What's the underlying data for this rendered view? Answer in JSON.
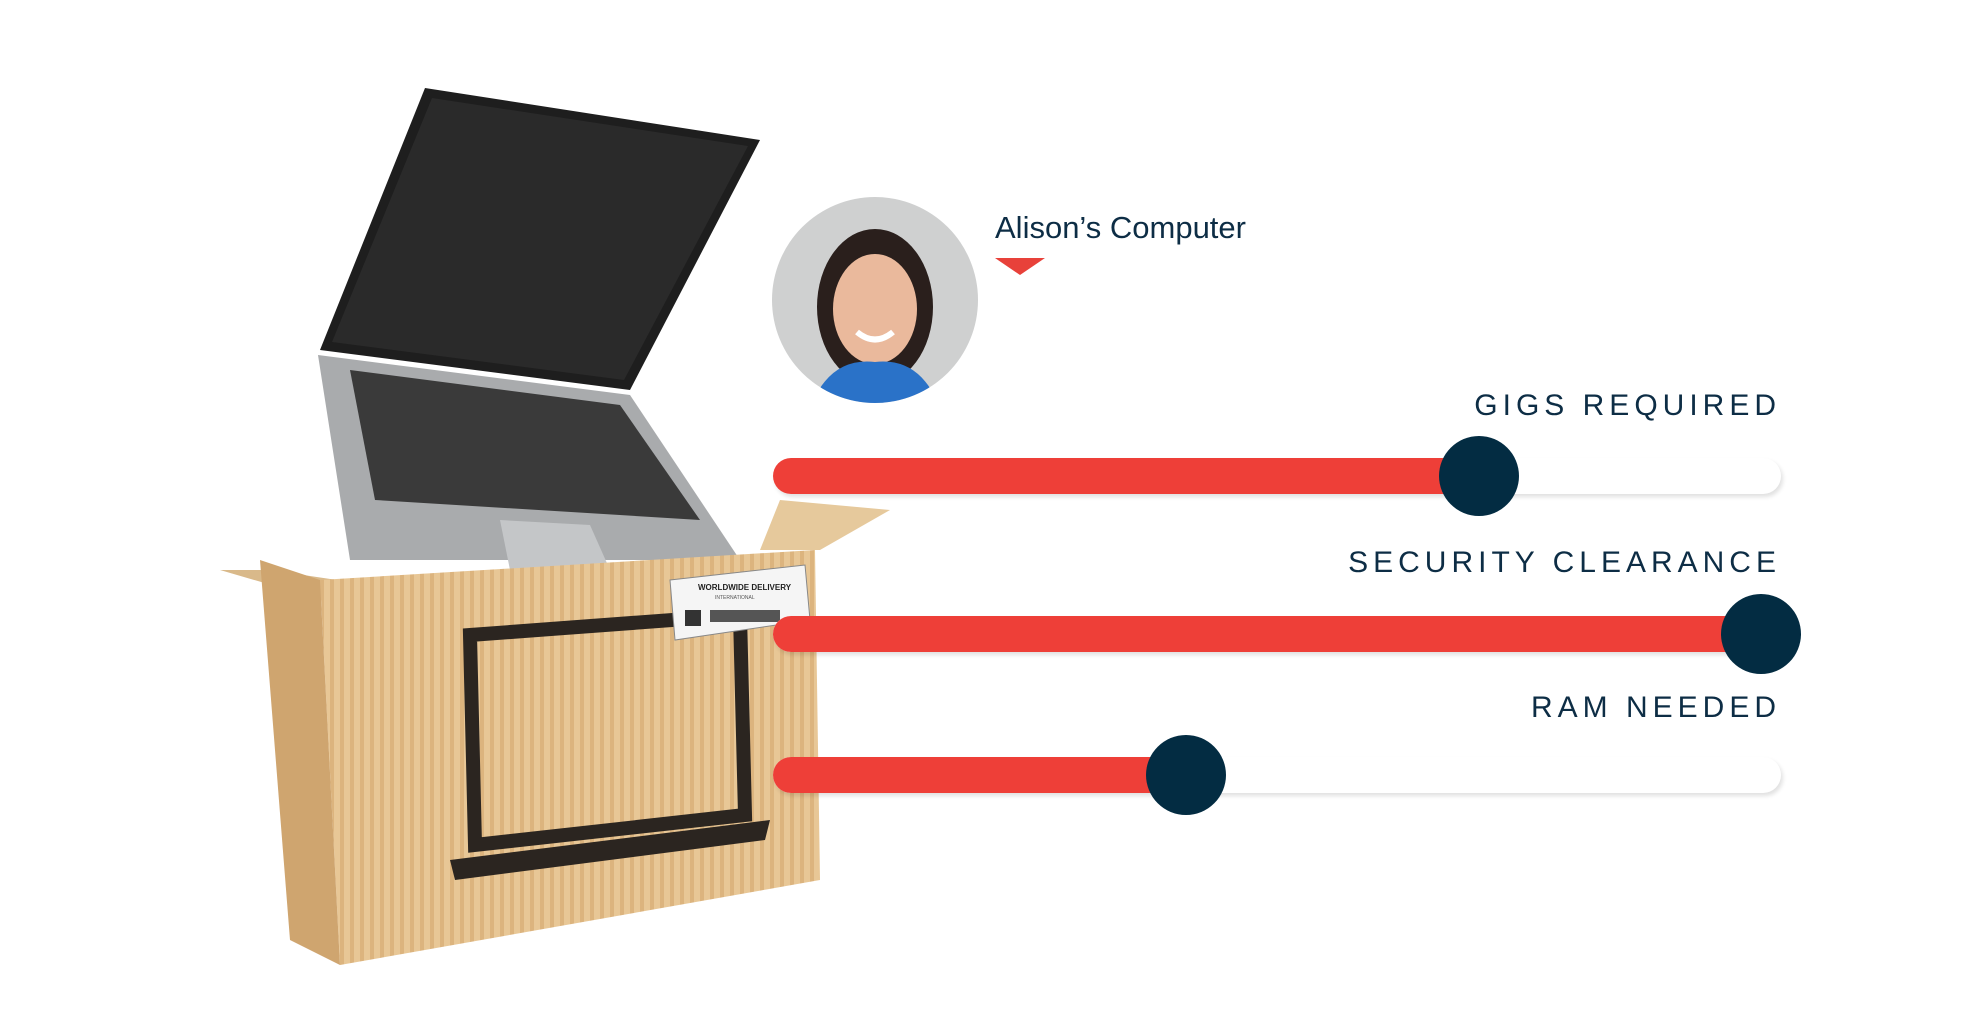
{
  "profile": {
    "title": "Alison’s Computer"
  },
  "illustration": {
    "label_title": "WORLDWIDE DELIVERY",
    "label_subtitle": "INTERNATIONAL"
  },
  "sliders": [
    {
      "label": "GIGS REQUIRED",
      "value": 0.7
    },
    {
      "label": "SECURITY CLEARANCE",
      "value": 0.98
    },
    {
      "label": "RAM NEEDED",
      "value": 0.41
    }
  ],
  "colors": {
    "accent": "#ee3f38",
    "knob": "#032c42",
    "text": "#0d2d45"
  }
}
